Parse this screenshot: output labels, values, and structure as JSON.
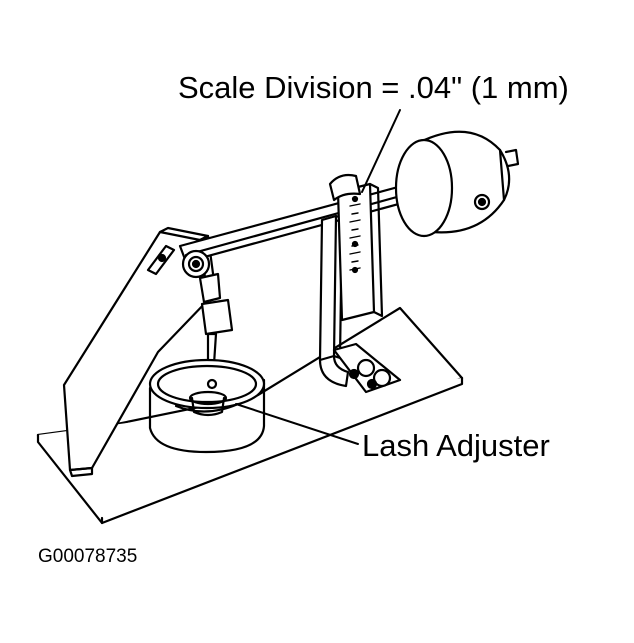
{
  "labels": {
    "scale_division": "Scale Division = .04\" (1 mm)",
    "lash_adjuster": "Lash Adjuster"
  },
  "figure_id": "G00078735"
}
